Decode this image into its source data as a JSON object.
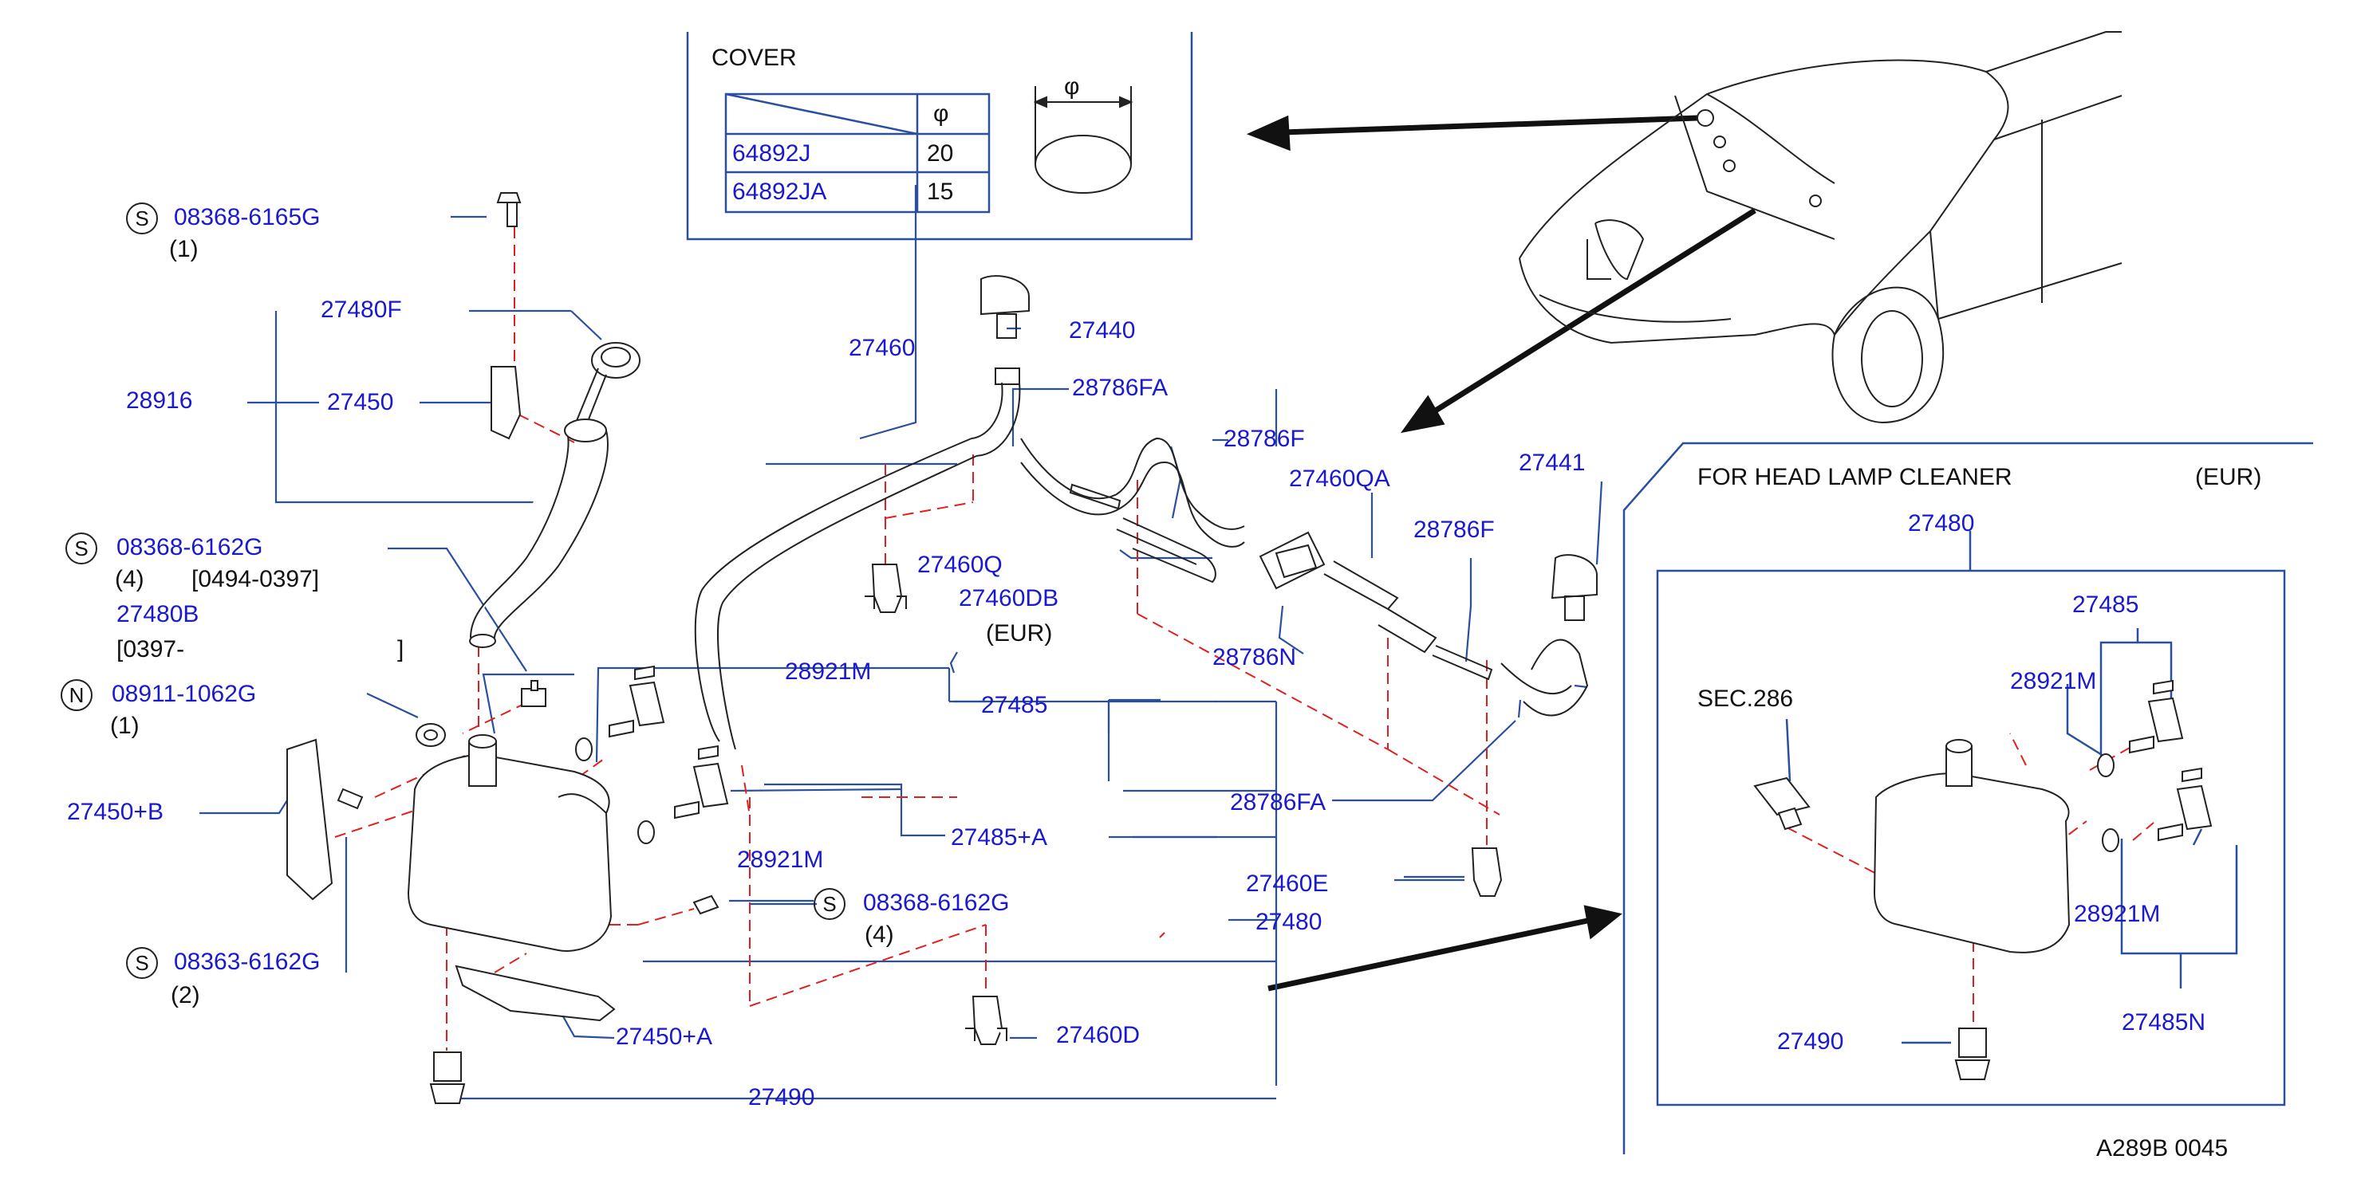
{
  "cover": {
    "title": "COVER",
    "phi_header": "φ",
    "phi_dim": "φ",
    "rows": [
      {
        "part": "64892J",
        "value": "20"
      },
      {
        "part": "64892JA",
        "value": "15"
      }
    ]
  },
  "labels": {
    "s1_part": "08368-6165G",
    "s1_qty": "(1)",
    "p27480F": "27480F",
    "p28916": "28916",
    "p27450": "27450",
    "s2_part": "08368-6162G",
    "s2_qty": "(4)",
    "s2_date": "[0494-0397]",
    "p27480B": "27480B",
    "p27480B_date_open": "[0397-",
    "p27480B_date_close": "]",
    "n_part": "08911-1062G",
    "n_qty": "(1)",
    "p27450B": "27450+B",
    "s3_part": "08363-6162G",
    "s3_qty": "(2)",
    "p27460": "27460",
    "p27440": "27440",
    "p28786FA_top": "28786FA",
    "p28786F_top": "28786F",
    "p27460QA": "27460QA",
    "p27441": "27441",
    "p28786F_right": "28786F",
    "p27460Q": "27460Q",
    "p27460DB": "27460DB",
    "eur1": "(EUR)",
    "p28786N": "28786N",
    "p28921M_a": "28921M",
    "p27485": "27485",
    "p28786FA_mid": "28786FA",
    "p27485A": "27485+A",
    "p28921M_b": "28921M",
    "p27460E": "27460E",
    "s4_part": "08368-6162G",
    "s4_qty": "(4)",
    "p27480": "27480",
    "p27450A": "27450+A",
    "p27460D": "27460D",
    "p27490": "27490",
    "hl_title": "FOR   HEAD   LAMP   CLEANER",
    "hl_eur": "(EUR)",
    "hl_27480": "27480",
    "hl_27485": "27485",
    "hl_28921M_a": "28921M",
    "hl_sec": "SEC.286",
    "hl_28921M_b": "28921M",
    "hl_27485N": "27485N",
    "hl_27490": "27490",
    "code": "A289B   0045"
  },
  "icons": {
    "screw_symbol": "S",
    "nut_symbol": "N"
  },
  "colors": {
    "part_blue": "#1a1acc",
    "line_blue": "#2a4fa0",
    "dash_red": "#e02020",
    "ink": "#111111"
  }
}
